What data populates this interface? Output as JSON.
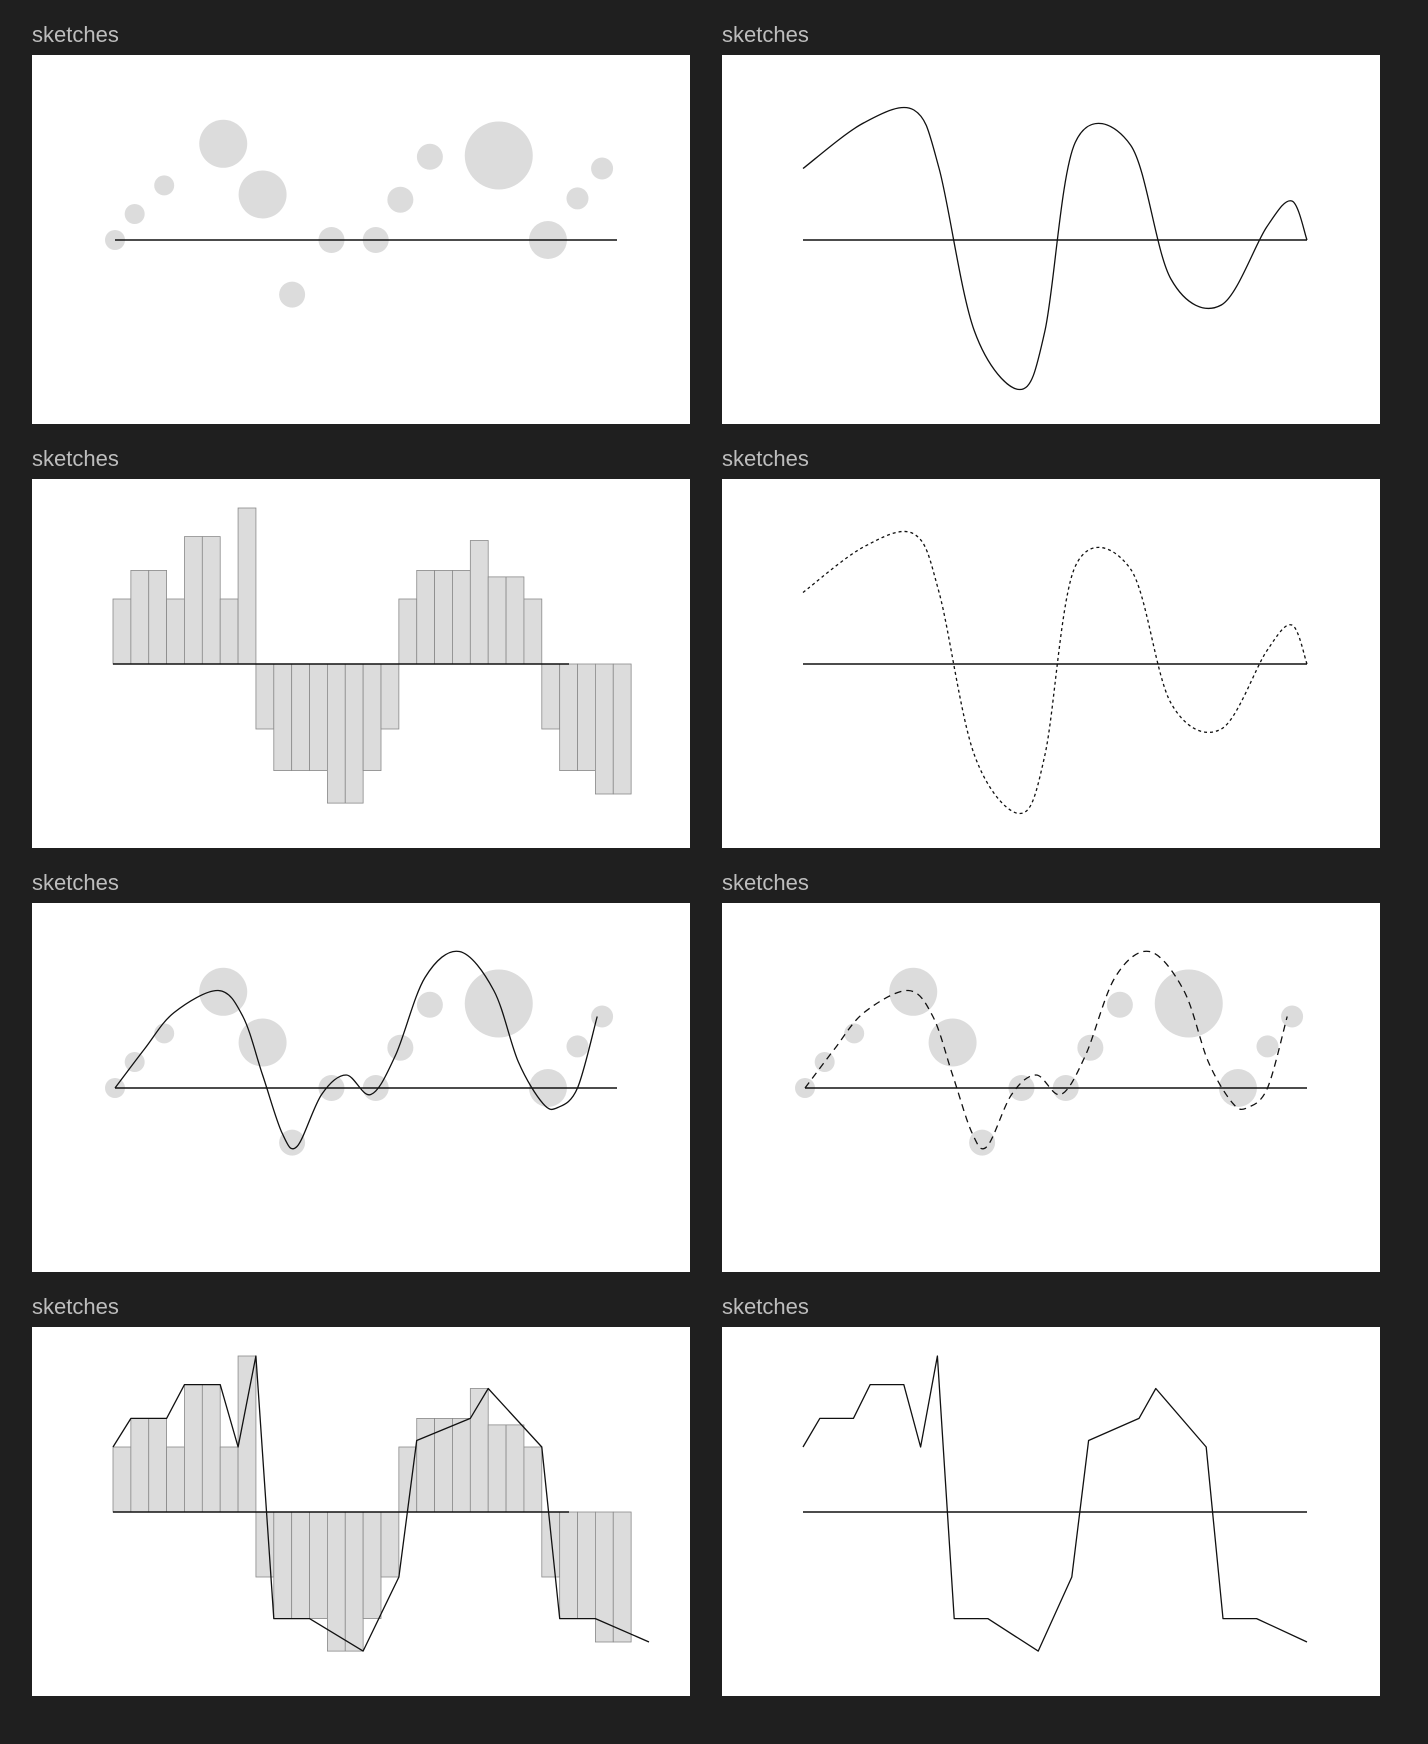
{
  "panel_label": "sketches",
  "colors": {
    "background": "#1f1f1f",
    "panel": "#ffffff",
    "label": "#bdbdbd",
    "mark_fill": "#dcdcdc",
    "line": "#111111"
  },
  "chart_data": [
    {
      "type": "scatter",
      "style": "bubbles",
      "xlim": [
        0,
        1
      ],
      "ylim": [
        -1,
        1
      ],
      "points": [
        {
          "x": 0.0,
          "y": 0.0,
          "r": 10
        },
        {
          "x": 0.04,
          "y": 0.2,
          "r": 10
        },
        {
          "x": 0.1,
          "y": 0.42,
          "r": 10
        },
        {
          "x": 0.22,
          "y": 0.74,
          "r": 24
        },
        {
          "x": 0.3,
          "y": 0.35,
          "r": 24
        },
        {
          "x": 0.36,
          "y": -0.42,
          "r": 13
        },
        {
          "x": 0.44,
          "y": 0.0,
          "r": 13
        },
        {
          "x": 0.53,
          "y": 0.0,
          "r": 13
        },
        {
          "x": 0.58,
          "y": 0.31,
          "r": 13
        },
        {
          "x": 0.64,
          "y": 0.64,
          "r": 13
        },
        {
          "x": 0.78,
          "y": 0.65,
          "r": 34
        },
        {
          "x": 0.88,
          "y": 0.0,
          "r": 19
        },
        {
          "x": 0.94,
          "y": 0.32,
          "r": 11
        },
        {
          "x": 0.99,
          "y": 0.55,
          "r": 11
        }
      ]
    },
    {
      "type": "line",
      "style": "smooth-solid",
      "xlim": [
        0,
        1
      ],
      "ylim": [
        -1,
        1
      ],
      "x": [
        0,
        0.12,
        0.22,
        0.27,
        0.34,
        0.43,
        0.48,
        0.54,
        0.65,
        0.73,
        0.83,
        0.92,
        0.97,
        1.0
      ],
      "y": [
        0.55,
        0.9,
        1.0,
        0.55,
        -0.7,
        -1.15,
        -0.7,
        0.75,
        0.73,
        -0.3,
        -0.5,
        0.1,
        0.3,
        0.0
      ]
    },
    {
      "type": "bar",
      "xlim": [
        0,
        30
      ],
      "ylim": [
        -1,
        1
      ],
      "values": [
        0.5,
        0.72,
        0.72,
        0.5,
        0.98,
        0.98,
        0.5,
        1.2,
        -0.5,
        -0.82,
        -0.82,
        -0.82,
        -1.07,
        -1.07,
        -0.82,
        -0.5,
        0.5,
        0.72,
        0.72,
        0.72,
        0.95,
        0.67,
        0.67,
        0.5,
        -0.5,
        -0.82,
        -0.82,
        -1.0,
        -1.0
      ]
    },
    {
      "type": "line",
      "style": "smooth-dotted",
      "xlim": [
        0,
        1
      ],
      "ylim": [
        -1,
        1
      ],
      "x": [
        0,
        0.12,
        0.22,
        0.27,
        0.34,
        0.43,
        0.48,
        0.54,
        0.65,
        0.73,
        0.83,
        0.92,
        0.97,
        1.0
      ],
      "y": [
        0.55,
        0.9,
        1.0,
        0.55,
        -0.7,
        -1.15,
        -0.7,
        0.75,
        0.73,
        -0.3,
        -0.5,
        0.1,
        0.3,
        0.0
      ]
    },
    {
      "type": "scatter",
      "style": "bubbles-with-smooth-line",
      "line_style": "solid",
      "xlim": [
        0,
        1
      ],
      "ylim": [
        -1,
        1
      ],
      "points": [
        {
          "x": 0.0,
          "y": 0.0,
          "r": 10
        },
        {
          "x": 0.04,
          "y": 0.2,
          "r": 10
        },
        {
          "x": 0.1,
          "y": 0.42,
          "r": 10
        },
        {
          "x": 0.22,
          "y": 0.74,
          "r": 24
        },
        {
          "x": 0.3,
          "y": 0.35,
          "r": 24
        },
        {
          "x": 0.36,
          "y": -0.42,
          "r": 13
        },
        {
          "x": 0.44,
          "y": 0.0,
          "r": 13
        },
        {
          "x": 0.53,
          "y": 0.0,
          "r": 13
        },
        {
          "x": 0.58,
          "y": 0.31,
          "r": 13
        },
        {
          "x": 0.64,
          "y": 0.64,
          "r": 13
        },
        {
          "x": 0.78,
          "y": 0.65,
          "r": 34
        },
        {
          "x": 0.88,
          "y": 0.0,
          "r": 19
        },
        {
          "x": 0.94,
          "y": 0.32,
          "r": 11
        },
        {
          "x": 0.99,
          "y": 0.55,
          "r": 11
        }
      ],
      "line_x": [
        0,
        0.06,
        0.12,
        0.21,
        0.26,
        0.3,
        0.34,
        0.37,
        0.42,
        0.47,
        0.52,
        0.57,
        0.63,
        0.7,
        0.77,
        0.82,
        0.87,
        0.9,
        0.94,
        0.98
      ],
      "line_y": [
        0.0,
        0.3,
        0.58,
        0.75,
        0.55,
        0.1,
        -0.35,
        -0.45,
        -0.05,
        0.1,
        -0.05,
        0.25,
        0.85,
        1.05,
        0.75,
        0.2,
        -0.12,
        -0.15,
        0.0,
        0.55
      ]
    },
    {
      "type": "scatter",
      "style": "bubbles-with-smooth-line",
      "line_style": "dashed",
      "xlim": [
        0,
        1
      ],
      "ylim": [
        -1,
        1
      ],
      "points": [
        {
          "x": 0.0,
          "y": 0.0,
          "r": 10
        },
        {
          "x": 0.04,
          "y": 0.2,
          "r": 10
        },
        {
          "x": 0.1,
          "y": 0.42,
          "r": 10
        },
        {
          "x": 0.22,
          "y": 0.74,
          "r": 24
        },
        {
          "x": 0.3,
          "y": 0.35,
          "r": 24
        },
        {
          "x": 0.36,
          "y": -0.42,
          "r": 13
        },
        {
          "x": 0.44,
          "y": 0.0,
          "r": 13
        },
        {
          "x": 0.53,
          "y": 0.0,
          "r": 13
        },
        {
          "x": 0.58,
          "y": 0.31,
          "r": 13
        },
        {
          "x": 0.64,
          "y": 0.64,
          "r": 13
        },
        {
          "x": 0.78,
          "y": 0.65,
          "r": 34
        },
        {
          "x": 0.88,
          "y": 0.0,
          "r": 19
        },
        {
          "x": 0.94,
          "y": 0.32,
          "r": 11
        },
        {
          "x": 0.99,
          "y": 0.55,
          "r": 11
        }
      ],
      "line_x": [
        0,
        0.06,
        0.12,
        0.21,
        0.26,
        0.3,
        0.34,
        0.37,
        0.42,
        0.47,
        0.52,
        0.57,
        0.63,
        0.7,
        0.77,
        0.82,
        0.87,
        0.9,
        0.94,
        0.98
      ],
      "line_y": [
        0.0,
        0.3,
        0.58,
        0.75,
        0.55,
        0.1,
        -0.35,
        -0.45,
        -0.05,
        0.1,
        -0.05,
        0.25,
        0.85,
        1.05,
        0.75,
        0.2,
        -0.12,
        -0.15,
        0.0,
        0.55
      ]
    },
    {
      "type": "bar",
      "style": "bars-with-polyline",
      "xlim": [
        0,
        30
      ],
      "ylim": [
        -1,
        1
      ],
      "values": [
        0.5,
        0.72,
        0.72,
        0.5,
        0.98,
        0.98,
        0.5,
        1.2,
        -0.5,
        -0.82,
        -0.82,
        -0.82,
        -1.07,
        -1.07,
        -0.82,
        -0.5,
        0.5,
        0.72,
        0.72,
        0.72,
        0.95,
        0.67,
        0.67,
        0.5,
        -0.5,
        -0.82,
        -0.82,
        -1.0,
        -1.0
      ],
      "line_x": [
        0,
        1,
        3,
        4,
        6,
        7,
        8,
        9,
        11,
        14,
        16,
        17,
        20,
        21,
        24,
        25,
        27,
        30
      ],
      "line_y": [
        0.5,
        0.72,
        0.72,
        0.98,
        0.98,
        0.5,
        1.2,
        -0.82,
        -0.82,
        -1.07,
        -0.5,
        0.55,
        0.72,
        0.95,
        0.5,
        -0.82,
        -0.82,
        -1.0
      ]
    },
    {
      "type": "line",
      "style": "polyline",
      "xlim": [
        0,
        30
      ],
      "ylim": [
        -1,
        1
      ],
      "x": [
        0,
        1,
        3,
        4,
        6,
        7,
        8,
        9,
        11,
        14,
        16,
        17,
        20,
        21,
        24,
        25,
        27,
        30
      ],
      "y": [
        0.5,
        0.72,
        0.72,
        0.98,
        0.98,
        0.5,
        1.2,
        -0.82,
        -0.82,
        -1.07,
        -0.5,
        0.55,
        0.72,
        0.95,
        0.5,
        -0.82,
        -0.82,
        -1.0
      ]
    }
  ]
}
